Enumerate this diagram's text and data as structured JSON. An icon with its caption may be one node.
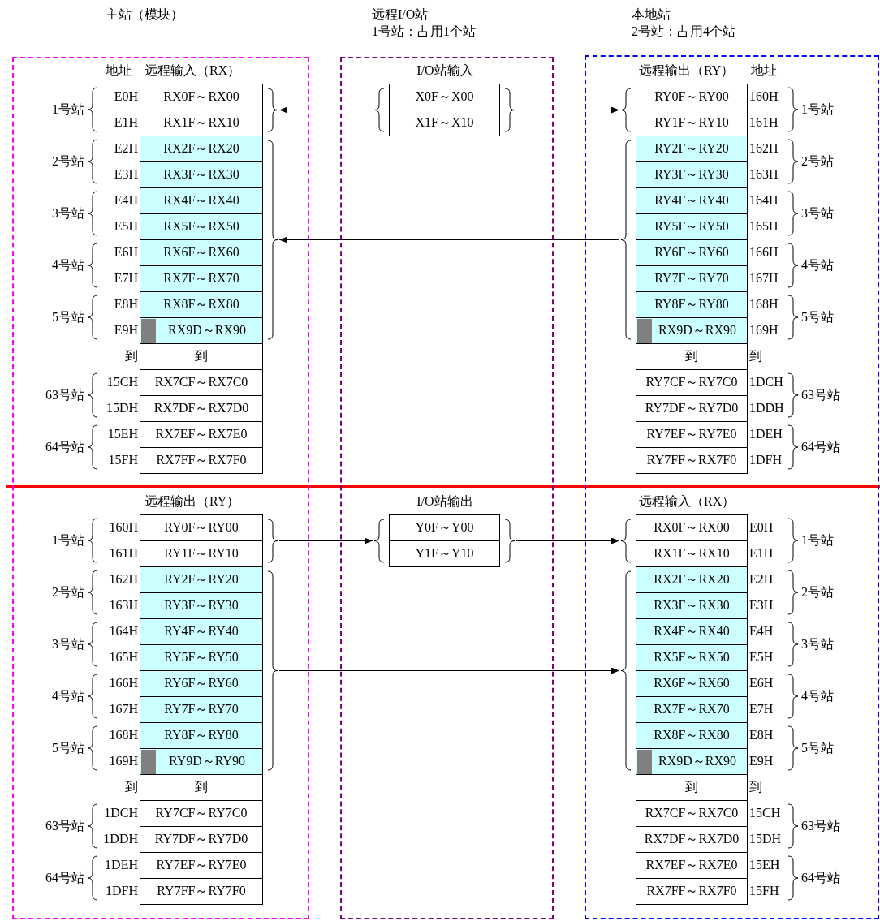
{
  "diagram": {
    "nodes": [
      {
        "text": [
          "主站（模块）"
        ]
      },
      {
        "text": [
          "RX0F～RX00",
          "RX1F～RX10"
        ],
        "in": 0,
        "beside": [
          "E0H",
          "E1H",
          "1号站"
        ]
      },
      {
        "text": [
          "RX2F～RX20",
          "RX3F～RX30",
          "RX4F～RX40",
          "RX5F～RX50",
          "RX6F～RX60",
          "RX7F～RX70",
          "RX8F～RX80",
          "RX9D～RX90"
        ],
        "in": 0,
        "beside": [
          "E2H",
          "E3H",
          "E4H",
          "E5H",
          "E6H",
          "E7H",
          "E8H",
          "E9H",
          "2号站",
          "3号站",
          "4号站",
          "5号站"
        ]
      },
      {
        "text": [
          "到",
          "RX7CF～RX7C0",
          "RX7DF～RX7D0",
          "RX7EF～RX7E0",
          "RX7FF～RX7F0"
        ],
        "in": 0,
        "beside": [
          "到",
          "15CH",
          "15DH",
          "15EH",
          "15FH",
          "63号站",
          "64号站"
        ]
      },
      {
        "text": [
          "RY0F～RY00",
          "RY1F～RY10"
        ],
        "in": 0,
        "beside": [
          "160H",
          "161H",
          "1号站"
        ]
      },
      {
        "text": [
          "RY2F～RY20",
          "RY3F～RY30",
          "RY4F～RY40",
          "RY5F～RY50",
          "RY6F～RY60",
          "RY7F～RY70",
          "RY8F～RY80",
          "RY9D～RY90"
        ],
        "in": 0,
        "beside": [
          "162H",
          "163H",
          "164H",
          "165H",
          "166H",
          "167H",
          "168H",
          "169H",
          "2号站",
          "3号站",
          "4号站",
          "5号站"
        ]
      },
      {
        "text": [
          "到",
          "RY7CF～RY7C0",
          "RY7DF～RY7D0",
          "RY7EF～RY7E0",
          "RY7FF～RY7F0"
        ],
        "in": 0,
        "beside": [
          "到",
          "1DCH",
          "1DDH",
          "1DEH",
          "1DFH",
          "63号站",
          "64号站"
        ]
      },
      {
        "text": [
          "远程I/O站",
          "1号站：占用1个站"
        ]
      },
      {
        "text": [
          "X0F～X00",
          "X1F～X10"
        ],
        "in": 7
      },
      {
        "text": [
          "Y0F～Y00",
          "Y1F～Y10"
        ],
        "in": 7
      },
      {
        "text": [
          "本地站",
          "2号站：占用4个站"
        ]
      },
      {
        "text": [
          "RY0F～RY00",
          "RY1F～RY10"
        ],
        "in": 10,
        "beside": [
          "160H",
          "161H",
          "1号站"
        ]
      },
      {
        "text": [
          "RY2F～RY20",
          "RY3F～RY30",
          "RY4F～RY40",
          "RY5F～RY50",
          "RY6F～RY60",
          "RY7F～RY70",
          "RY8F～RY80",
          "RX9D～RX90"
        ],
        "in": 10,
        "beside": [
          "162H",
          "163H",
          "164H",
          "165H",
          "166H",
          "167H",
          "168H",
          "169H",
          "2号站",
          "3号站",
          "4号站",
          "5号站"
        ]
      },
      {
        "text": [
          "到",
          "RY7CF～RY7C0",
          "RY7DF～RY7D0",
          "RY7EF～RY7E0",
          "RY7FF～RX7F0"
        ],
        "in": 10,
        "beside": [
          "到",
          "1DCH",
          "1DDH",
          "1DEH",
          "1DFH",
          "63号站",
          "64号站"
        ]
      },
      {
        "text": [
          "RX0F～RX00",
          "RX1F～RX10"
        ],
        "in": 10,
        "beside": [
          "E0H",
          "E1H",
          "1号站"
        ]
      },
      {
        "text": [
          "RX2F～RX20",
          "RX3F～RX30",
          "RX4F～RX40",
          "RX5F～RX50",
          "RX6F～RX60",
          "RX7F～RX70",
          "RX8F～RX80",
          "RX9D～RX90"
        ],
        "in": 10,
        "beside": [
          "E2H",
          "E3H",
          "E4H",
          "E5H",
          "E6H",
          "E7H",
          "E8H",
          "E9H",
          "2号站",
          "3号站",
          "4号站",
          "5号站"
        ]
      },
      {
        "text": [
          "到",
          "RX7CF～RX7C0",
          "RX7DF～RX7D0",
          "RX7EF～RX7E0",
          "RX7FF～RX7F0"
        ],
        "in": 10,
        "beside": [
          "到",
          "15CH",
          "15DH",
          "15EH",
          "15FH",
          "63号站",
          "64号站"
        ]
      }
    ],
    "edges": [
      {
        "from": 8,
        "to": 1,
        "arrow": "to"
      },
      {
        "from": 8,
        "to": 11,
        "arrow": "to"
      },
      {
        "from": 12,
        "to": 2,
        "arrow": "to"
      },
      {
        "from": 4,
        "to": 9,
        "arrow": "to"
      },
      {
        "from": 9,
        "to": 14,
        "arrow": "to"
      },
      {
        "from": 5,
        "to": 15,
        "arrow": "to"
      }
    ],
    "labels": [
      "地址",
      "远程输入（RX）",
      "I/O站输入",
      "远程输出（RY）",
      "地址",
      "远程输出（RY）",
      "I/O站输出",
      "远程输入（RX）"
    ]
  }
}
